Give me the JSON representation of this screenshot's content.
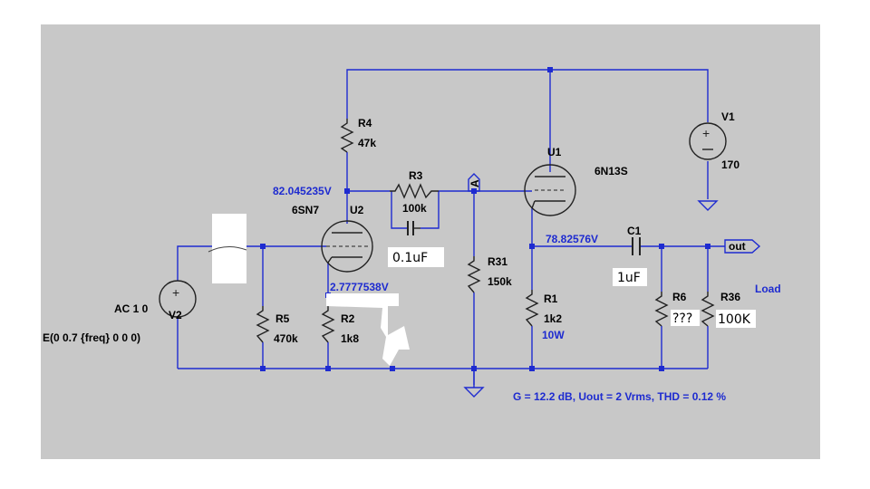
{
  "components": {
    "r4": {
      "name": "R4",
      "value": "47k"
    },
    "r3": {
      "name": "R3",
      "value": "100k"
    },
    "u1": {
      "name": "U1",
      "model": "6N13S"
    },
    "u2": {
      "name": "U2",
      "model": "6SN7"
    },
    "v1": {
      "name": "V1",
      "value": "170"
    },
    "v2": {
      "name": "V2",
      "value": "AC 1 0",
      "expr": "E(0 0.7 {freq} 0 0 0)"
    },
    "r5": {
      "name": "R5",
      "value": "470k"
    },
    "r2": {
      "name": "R2",
      "value": "1k8"
    },
    "r31": {
      "name": "R31",
      "value": "150k"
    },
    "r1": {
      "name": "R1",
      "value": "1k2",
      "power": "10W"
    },
    "c1": {
      "name": "C1",
      "value": "1uF"
    },
    "r6": {
      "name": "R6",
      "value": "???"
    },
    "r36": {
      "name": "R36",
      "value": "100K"
    },
    "cap_small": {
      "value": "0.1uF"
    }
  },
  "node_voltages": {
    "u2_plate": "82.045235V",
    "u2_cathode": "2.7777538V",
    "u1_cathode": "78.82576V"
  },
  "labels": {
    "net_a": "A",
    "out": "out",
    "load": "Load",
    "result": "G = 12.2 dB, Uout = 2 Vrms, THD = 0.12 %"
  },
  "colors": {
    "background": "#c8c8c8",
    "wire": "#1e2bd0"
  }
}
